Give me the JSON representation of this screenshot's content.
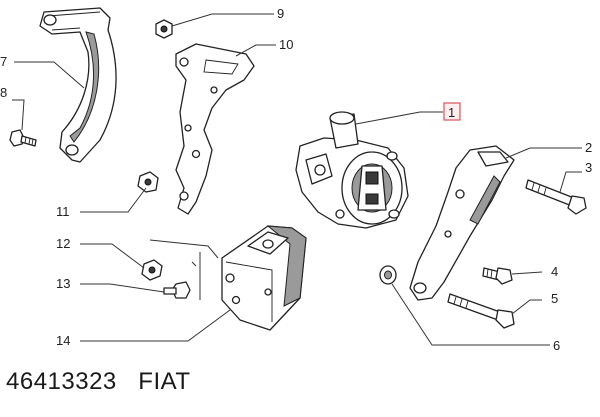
{
  "callouts": [
    {
      "id": "1",
      "label": "1"
    },
    {
      "id": "2",
      "label": "2"
    },
    {
      "id": "3",
      "label": "3"
    },
    {
      "id": "4",
      "label": "4"
    },
    {
      "id": "5",
      "label": "5"
    },
    {
      "id": "6",
      "label": "6"
    },
    {
      "id": "7",
      "label": "7"
    },
    {
      "id": "8",
      "label": "8"
    },
    {
      "id": "9",
      "label": "9"
    },
    {
      "id": "10",
      "label": "10"
    },
    {
      "id": "11",
      "label": "11"
    },
    {
      "id": "12",
      "label": "12"
    },
    {
      "id": "13",
      "label": "13"
    },
    {
      "id": "14",
      "label": "14"
    }
  ],
  "highlight": {
    "callout": "1",
    "color": "#d9535b"
  },
  "caption": {
    "part_number": "46413323",
    "brand": "FIAT"
  }
}
